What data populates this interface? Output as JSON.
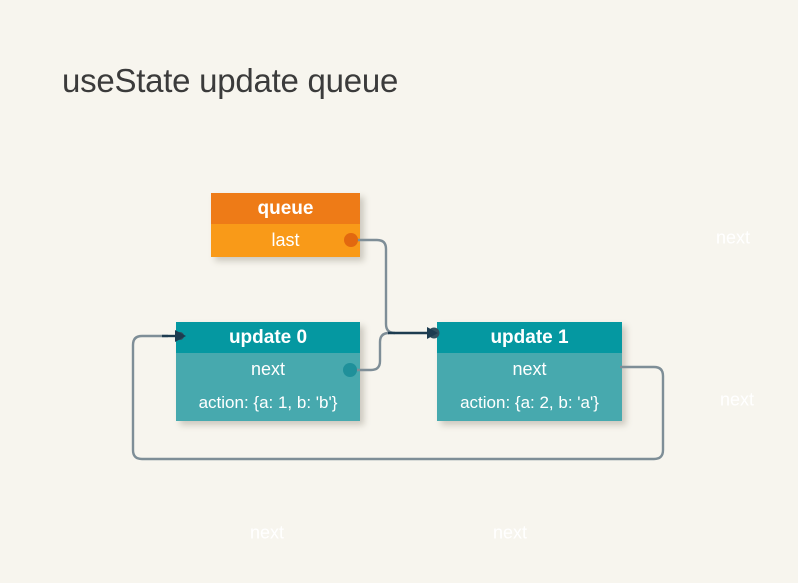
{
  "title": "useState update queue",
  "nodes": {
    "queue": {
      "header": "queue",
      "rows": [
        "last"
      ]
    },
    "update0": {
      "header": "update 0",
      "rows": [
        "next",
        "action: {a: 1, b: 'b'}"
      ]
    },
    "update1": {
      "header": "update 1",
      "rows": [
        "next",
        "action: {a: 2, b: 'a'}"
      ]
    }
  },
  "edge_labels": {
    "top_right": "next",
    "mid_right": "next",
    "bottom_left": "next",
    "bottom_right": "next"
  },
  "colors": {
    "background": "#f7f5ee",
    "queue_header": "#ee7b17",
    "queue_body": "#f99a18",
    "queue_port_dot": "#e2680f",
    "update_header": "#0598a1",
    "update_body": "#47a9ae",
    "update_port_dot": "#1f909a",
    "edge_line": "#7e8e97",
    "edge_arrow": "#1d3c50",
    "title_text": "#3b3b3b",
    "node_text": "#ffffff"
  }
}
